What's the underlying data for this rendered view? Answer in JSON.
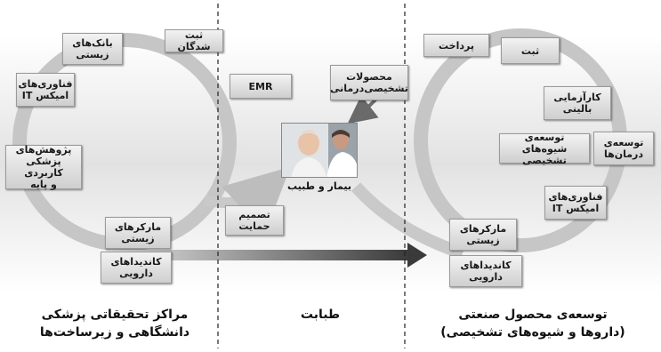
{
  "columns": {
    "left": "مراکز تحقیقاتی پزشکی\nدانشگاهی و زیرساخت‌ها",
    "middle": "طبابت",
    "right": "توسعه‌ی محصول صنعتی\n(داروها و شیوه‌های تشخیصی)"
  },
  "left_cycle": {
    "biobanks": "بانک‌های\nزیستی",
    "registries": "ثبت شدگان",
    "it_tech": "فناوری‌های\nامیکس IT",
    "research": "پژوهش‌های\nپزشکی کاربردی\nو پایه",
    "biomarkers": "مارکرهای\nزیستی",
    "drug_candidates": "کاندیداهای\nدارویی"
  },
  "middle": {
    "emr": "EMR",
    "diagnostic_products": "محصولات\nتشخیصی‌درمانی",
    "patient_doctor": "بیمار و طبیب",
    "decision_support": "تصمیم\nحمایت"
  },
  "right_cycle": {
    "payment": "پرداخت",
    "registration": "ثبت",
    "clinical_trials": "کارآزمایی\nبالینی",
    "treatment_dev": "توسعه‌ی\nدرمان‌ها",
    "diagnostic_dev": "توسعه‌ی\nشیوه‌های تشخیصی",
    "it_tech": "فناوری‌های\nامیکس IT",
    "biomarkers": "مارکرهای\nزیستی",
    "drug_candidates": "کاندیداهای\nدارویی"
  }
}
